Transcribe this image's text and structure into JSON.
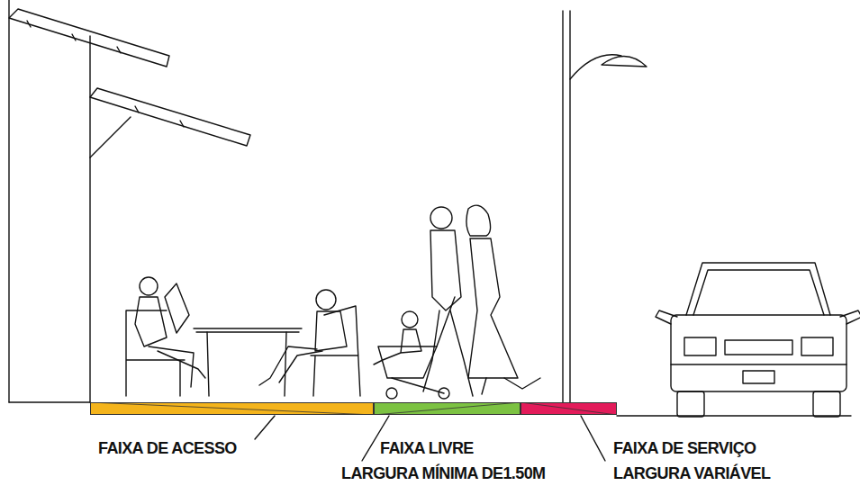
{
  "diagram": {
    "nodes": [
      {
        "text": [
          "FAIXA DE ACESSO"
        ]
      },
      {
        "text": [
          "FAIXA LIVRE",
          "LARGURA MÍNIMA DE1.50M"
        ]
      },
      {
        "text": [
          "FAIXA DE SERVIÇO",
          "LARGURA VARIÁVEL"
        ]
      }
    ]
  }
}
